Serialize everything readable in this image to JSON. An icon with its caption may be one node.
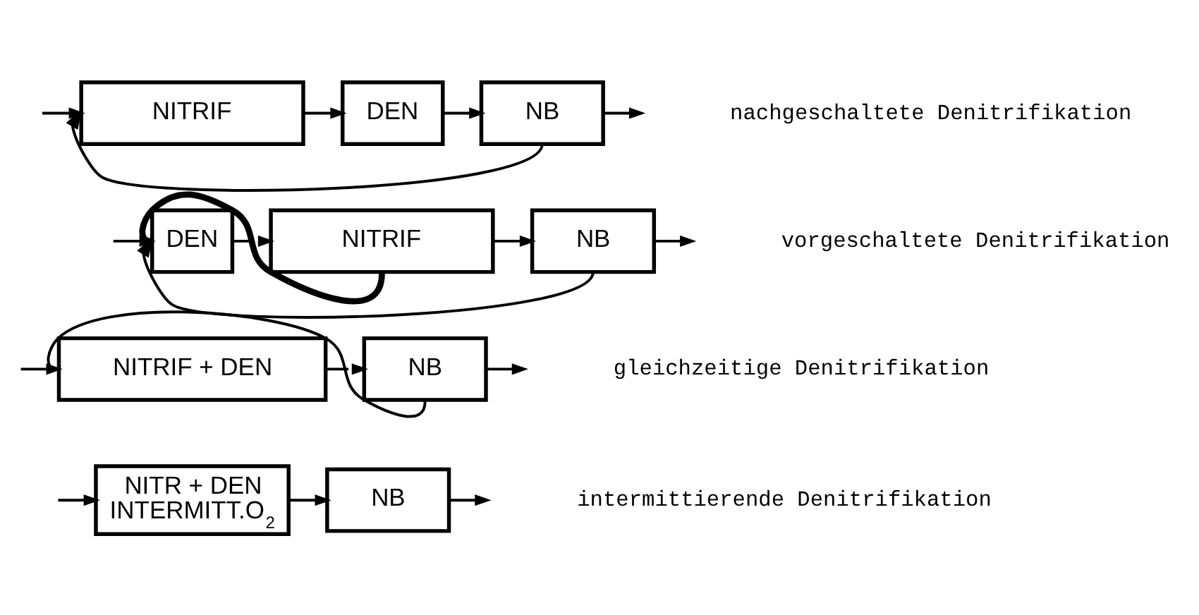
{
  "diagram": {
    "nodes": [
      {
        "text": [
          "NITRIF"
        ]
      },
      {
        "text": [
          "DEN"
        ]
      },
      {
        "text": [
          "NB"
        ]
      },
      {
        "text": [
          "DEN"
        ]
      },
      {
        "text": [
          "NITRIF"
        ]
      },
      {
        "text": [
          "NB"
        ]
      },
      {
        "text": [
          "NITRIF + DEN"
        ]
      },
      {
        "text": [
          "NB"
        ]
      },
      {
        "text": [
          "NITR + DEN INTERMITT.O$_{2}$"
        ]
      },
      {
        "text": [
          "NB"
        ]
      }
    ],
    "edges": [
      {
        "from": null,
        "to": 0,
        "arrow": "to"
      },
      {
        "from": 0,
        "to": 1,
        "arrow": "to"
      },
      {
        "from": 1,
        "to": 2,
        "arrow": "to"
      },
      {
        "from": 2,
        "to": null,
        "arrow": "to"
      },
      {
        "from": 2,
        "to": 0,
        "arrow": "to"
      },
      {
        "from": null,
        "to": 3,
        "arrow": "to"
      },
      {
        "from": 3,
        "to": 4,
        "arrow": "to"
      },
      {
        "from": 4,
        "to": 5,
        "arrow": "to"
      },
      {
        "from": 5,
        "to": null,
        "arrow": "to"
      },
      {
        "from": 4,
        "to": 3,
        "arrow": "to",
        "style": "thick"
      },
      {
        "from": 5,
        "to": 3,
        "arrow": "to"
      },
      {
        "from": null,
        "to": 6,
        "arrow": "to"
      },
      {
        "from": 6,
        "to": 7,
        "arrow": "to"
      },
      {
        "from": 7,
        "to": null,
        "arrow": "to"
      },
      {
        "from": 7,
        "to": 6,
        "arrow": "to"
      },
      {
        "from": null,
        "to": 8,
        "arrow": "to"
      },
      {
        "from": 8,
        "to": 9,
        "arrow": "to"
      },
      {
        "from": 9,
        "to": null,
        "arrow": "to"
      }
    ],
    "labels": [
      "nachgeschaltete Denitrifikation",
      "vorgeschaltete Denitrifikation",
      "gleichzeitige Denitrifikation",
      "intermittierende Denitrifikation"
    ]
  }
}
